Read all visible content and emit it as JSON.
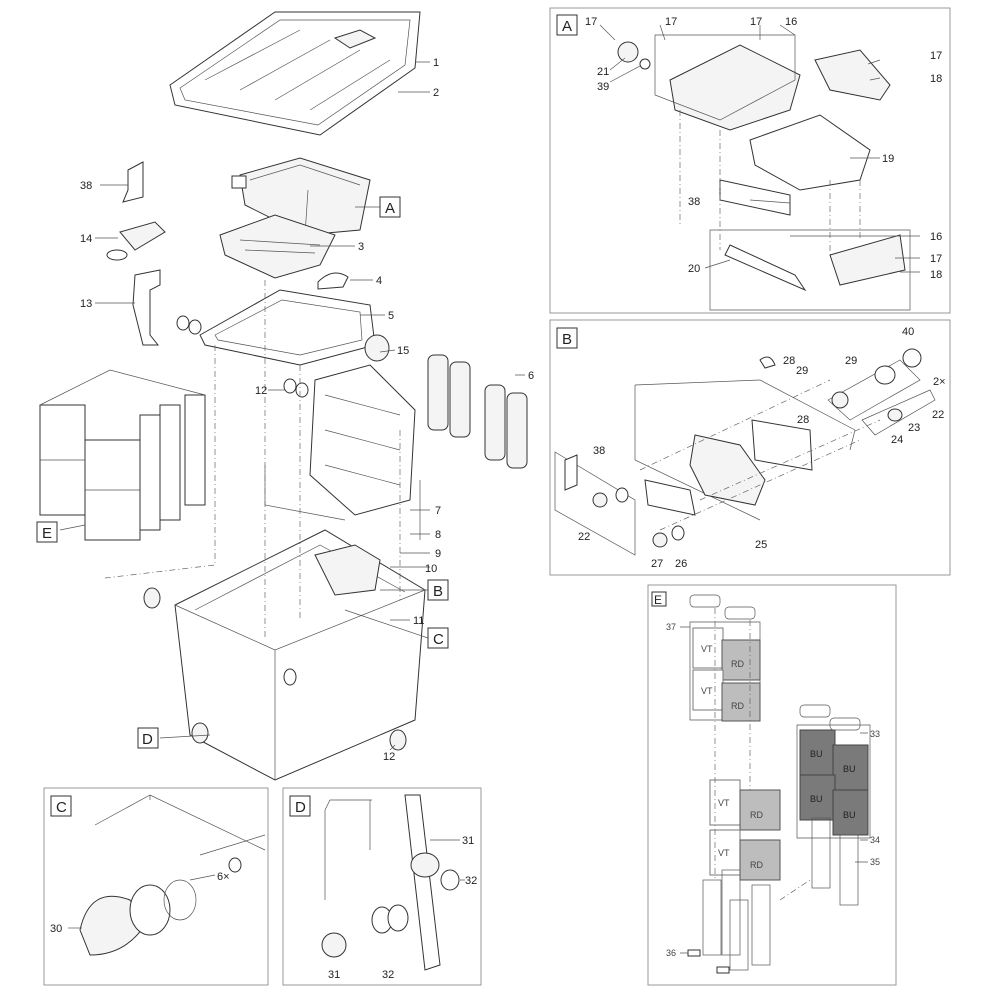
{
  "main": {
    "callouts": [
      "1",
      "2",
      "38",
      "14",
      "13",
      "3",
      "4",
      "5",
      "15",
      "12",
      "6",
      "7",
      "8",
      "9",
      "10",
      "11",
      "12"
    ],
    "section_refs": [
      "A",
      "B",
      "C",
      "D",
      "E"
    ]
  },
  "panel_a": {
    "letter": "A",
    "callouts": [
      "17",
      "17",
      "17",
      "16",
      "21",
      "39",
      "17",
      "18",
      "19",
      "38",
      "16",
      "17",
      "18",
      "20"
    ]
  },
  "panel_b": {
    "letter": "B",
    "callouts": [
      "40",
      "28",
      "29",
      "29",
      "2×",
      "22",
      "28",
      "23",
      "24",
      "38",
      "22",
      "25",
      "27",
      "26"
    ]
  },
  "panel_c": {
    "letter": "C",
    "callouts": [
      "30",
      "6×"
    ]
  },
  "panel_d": {
    "letter": "D",
    "callouts": [
      "31",
      "32",
      "31",
      "32"
    ]
  },
  "panel_e": {
    "letter": "E",
    "callouts": [
      "37",
      "33",
      "34",
      "35",
      "36"
    ],
    "media": {
      "vt": "VT",
      "rd": "RD",
      "bu": "BU"
    }
  },
  "colors": {
    "rd": "#bdbdbd",
    "bu": "#7a7a7a",
    "frame": "#999999"
  }
}
